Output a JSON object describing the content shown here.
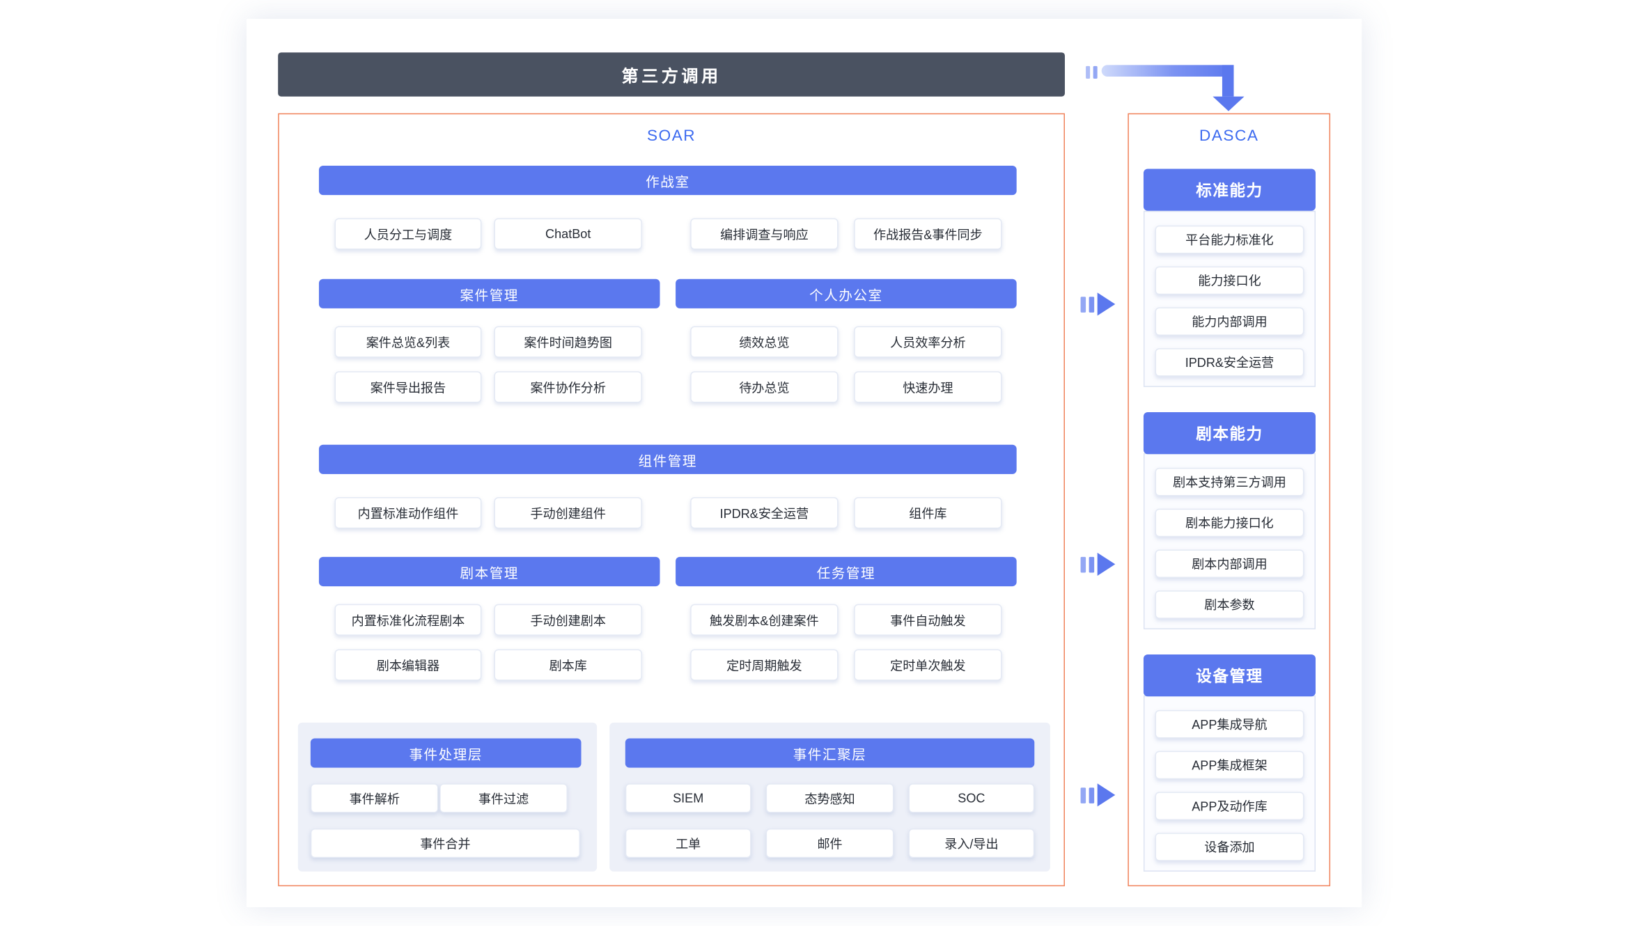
{
  "top_bar": {
    "label": "第三方调用"
  },
  "soar": {
    "title": "SOAR",
    "war_room": {
      "header": "作战室",
      "items": [
        "人员分工与调度",
        "ChatBot",
        "编排调查与响应",
        "作战报告&事件同步"
      ]
    },
    "case_mgmt": {
      "header": "案件管理",
      "items": [
        "案件总览&列表",
        "案件时间趋势图",
        "案件导出报告",
        "案件协作分析"
      ]
    },
    "personal_office": {
      "header": "个人办公室",
      "items": [
        "绩效总览",
        "人员效率分析",
        "待办总览",
        "快速办理"
      ]
    },
    "component_mgmt": {
      "header": "组件管理",
      "items": [
        "内置标准动作组件",
        "手动创建组件",
        "IPDR&安全运营",
        "组件库"
      ]
    },
    "playbook_mgmt": {
      "header": "剧本管理",
      "items": [
        "内置标准化流程剧本",
        "手动创建剧本",
        "剧本编辑器",
        "剧本库"
      ]
    },
    "task_mgmt": {
      "header": "任务管理",
      "items": [
        "触发剧本&创建案件",
        "事件自动触发",
        "定时周期触发",
        "定时单次触发"
      ]
    },
    "event_processing": {
      "header": "事件处理层",
      "items": [
        "事件解析",
        "事件过滤",
        "事件合并"
      ]
    },
    "event_aggregation": {
      "header": "事件汇聚层",
      "items": [
        "SIEM",
        "态势感知",
        "SOC",
        "工单",
        "邮件",
        "录入/导出"
      ]
    }
  },
  "dasca": {
    "title": "DASCA",
    "groups": [
      {
        "header": "标准能力",
        "items": [
          "平台能力标准化",
          "能力接口化",
          "能力内部调用",
          "IPDR&安全运营"
        ]
      },
      {
        "header": "剧本能力",
        "items": [
          "剧本支持第三方调用",
          "剧本能力接口化",
          "剧本内部调用",
          "剧本参数"
        ]
      },
      {
        "header": "设备管理",
        "items": [
          "APP集成导航",
          "APP集成框架",
          "APP及动作库",
          "设备添加"
        ]
      }
    ]
  },
  "colors": {
    "accent_blue": "#5b78ee",
    "title_blue": "#3c6af0",
    "border_orange": "#f0825a",
    "dark_bar": "#4a5261",
    "panel_bg": "#edf0f8"
  }
}
